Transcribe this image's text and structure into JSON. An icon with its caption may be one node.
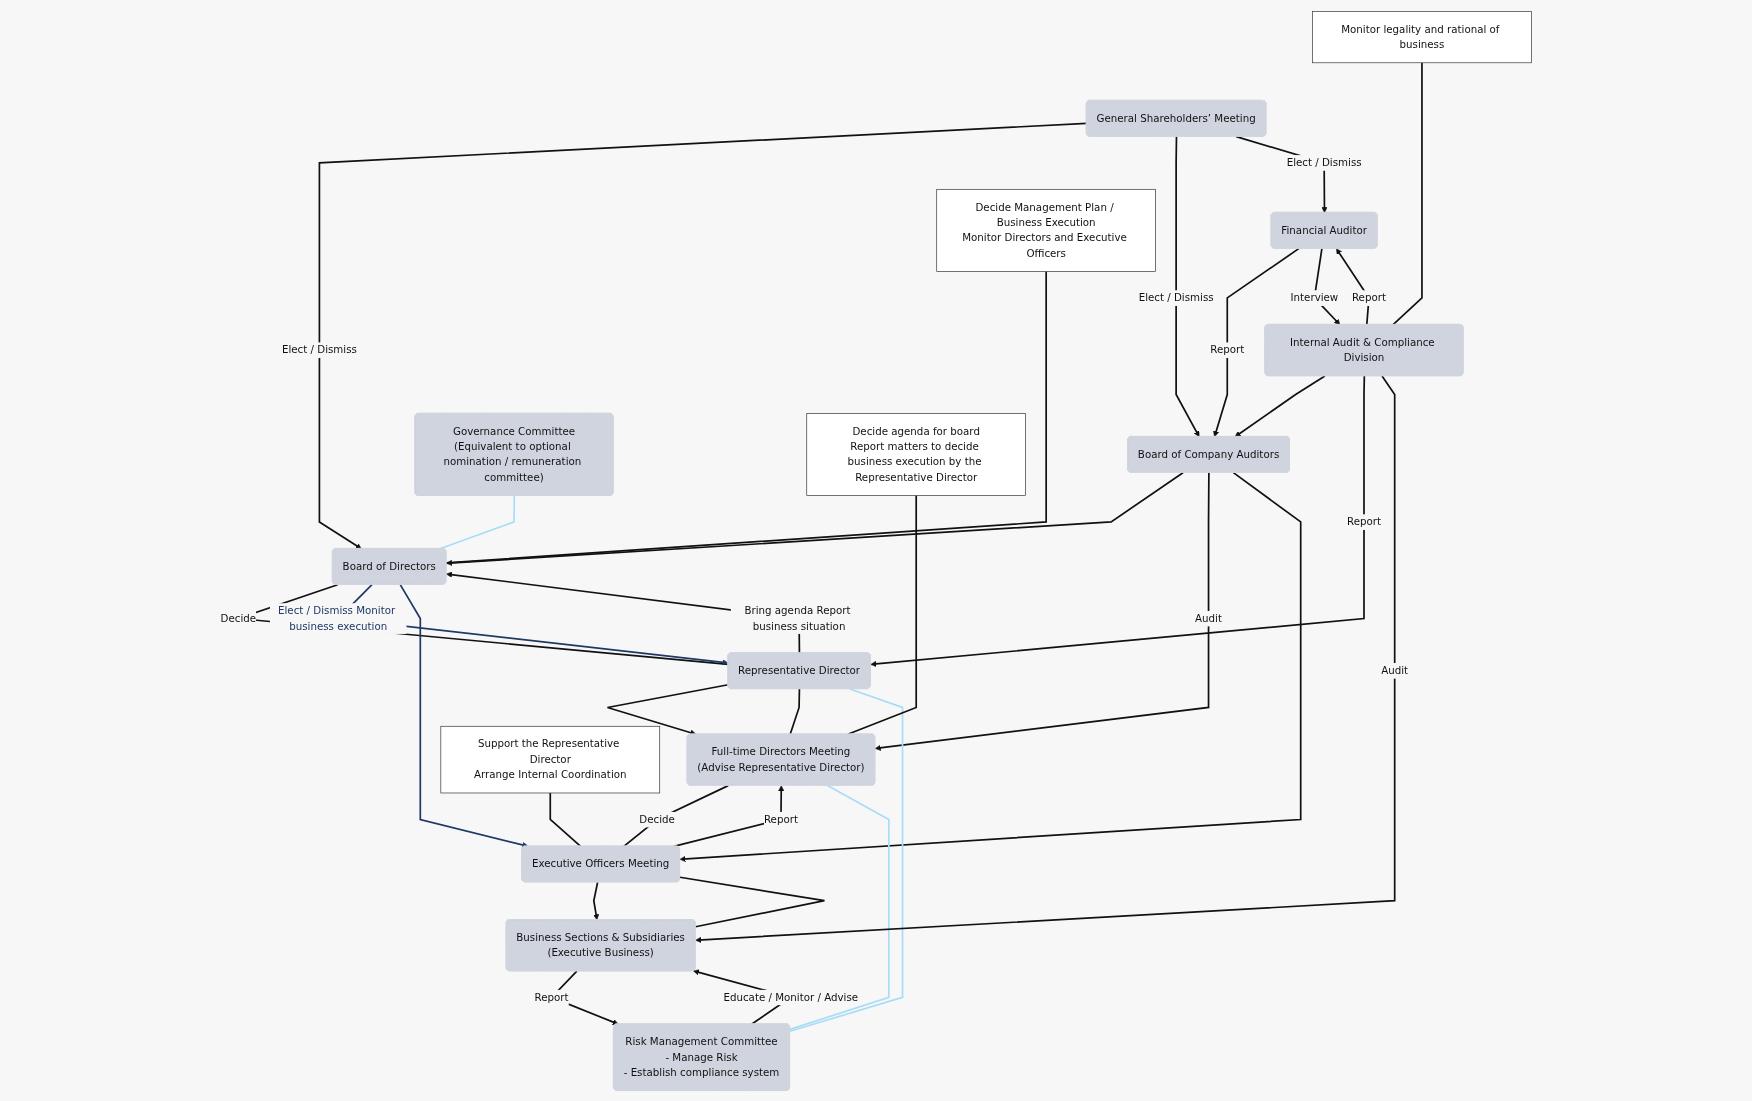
{
  "diagram": {
    "nodes": [
      {
        "text": [
          "General Shareholders’ Meeting"
        ]
      },
      {
        "text": [
          "Decide Management Plan / Business Execution",
          "Monitor Directors and Executive Officers"
        ]
      },
      {
        "text": [
          "Governance Committee",
          "(Equivalent to optional nomination / remuneration committee)"
        ]
      },
      {
        "text": [
          "Board of Directors"
        ]
      },
      {
        "text": [
          "Board of Company Auditors"
        ]
      },
      {
        "text": [
          "Financial Auditor"
        ]
      },
      {
        "text": [
          "Representative Director"
        ]
      },
      {
        "text": [
          "Decide agenda for board",
          "Report matters to decide business execution by the Representative Director"
        ]
      },
      {
        "text": [
          "Risk Management Committee",
          "- Manage Risk",
          "- Establish compliance system"
        ]
      },
      {
        "text": [
          "Full-time Directors Meeting",
          "(Advise Representative Director)"
        ]
      },
      {
        "text": [
          "Executive Officers Meeting"
        ]
      },
      {
        "text": [
          "Monitor legality and rational of business"
        ]
      },
      {
        "text": [
          "Support the Representative Director",
          "Arrange Internal Coordination"
        ]
      },
      {
        "text": [
          "Business Sections & Subsidiaries",
          "(Executive Business)"
        ]
      },
      {
        "text": [
          "Internal Audit & Compliance Division"
        ]
      }
    ],
    "edges": [
      {
        "from": 0,
        "to": 3,
        "arrow": "to",
        "label": "Elect / Dismiss"
      },
      {
        "from": 0,
        "to": 4,
        "arrow": "to",
        "label": "Elect / Dismiss"
      },
      {
        "from": 0,
        "to": 5,
        "arrow": "to",
        "label": "Elect / Dismiss"
      },
      {
        "from": 1,
        "to": 3,
        "arrow": "none"
      },
      {
        "from": 2,
        "to": 3,
        "arrow": "none",
        "color": "#a9dcf5"
      },
      {
        "from": 5,
        "to": 4,
        "arrow": "to",
        "label": "Report"
      },
      {
        "from": 4,
        "to": 3,
        "arrow": "to"
      },
      {
        "from": 4,
        "to": 9,
        "arrow": "to",
        "label": "Audit"
      },
      {
        "from": 4,
        "to": 10,
        "arrow": "to"
      },
      {
        "from": 3,
        "to": 6,
        "arrow": "none",
        "label": "Decide"
      },
      {
        "from": 6,
        "to": 3,
        "arrow": "to",
        "label": "Bring agenda Report business situation"
      },
      {
        "from": 3,
        "to": 6,
        "arrow": "to",
        "label": "Elect / Dismiss Monitor business execution",
        "color": "#1f3864"
      },
      {
        "from": 3,
        "to": 10,
        "arrow": "to",
        "color": "#1f3864"
      },
      {
        "from": 14,
        "to": 4,
        "arrow": "to"
      },
      {
        "from": 14,
        "to": 6,
        "arrow": "to",
        "label": "Report"
      },
      {
        "from": 8,
        "to": 9,
        "arrow": "none",
        "color": "#a9dcf5"
      },
      {
        "from": 8,
        "to": 6,
        "arrow": "none",
        "color": "#a9dcf5"
      },
      {
        "from": 6,
        "to": 9,
        "arrow": "to"
      },
      {
        "from": 9,
        "to": 6,
        "arrow": "none"
      },
      {
        "from": 7,
        "to": 9,
        "arrow": "none"
      },
      {
        "from": 9,
        "to": 10,
        "arrow": "none",
        "label": "Decide"
      },
      {
        "from": 10,
        "to": 9,
        "arrow": "to",
        "label": "Report"
      },
      {
        "from": 10,
        "to": 13,
        "arrow": "to"
      },
      {
        "from": 13,
        "to": 10,
        "arrow": "none"
      },
      {
        "from": 12,
        "to": 10,
        "arrow": "none"
      },
      {
        "from": 8,
        "to": 13,
        "arrow": "to",
        "label": "Educate / Monitor / Advise"
      },
      {
        "from": 13,
        "to": 8,
        "arrow": "to",
        "label": "Report"
      },
      {
        "from": 14,
        "to": 13,
        "arrow": "to",
        "label": "Audit"
      },
      {
        "from": 5,
        "to": 14,
        "arrow": "to",
        "label": "Interview"
      },
      {
        "from": 14,
        "to": 5,
        "arrow": "to",
        "label": "Report"
      },
      {
        "from": 11,
        "to": 14,
        "arrow": "none"
      }
    ]
  }
}
